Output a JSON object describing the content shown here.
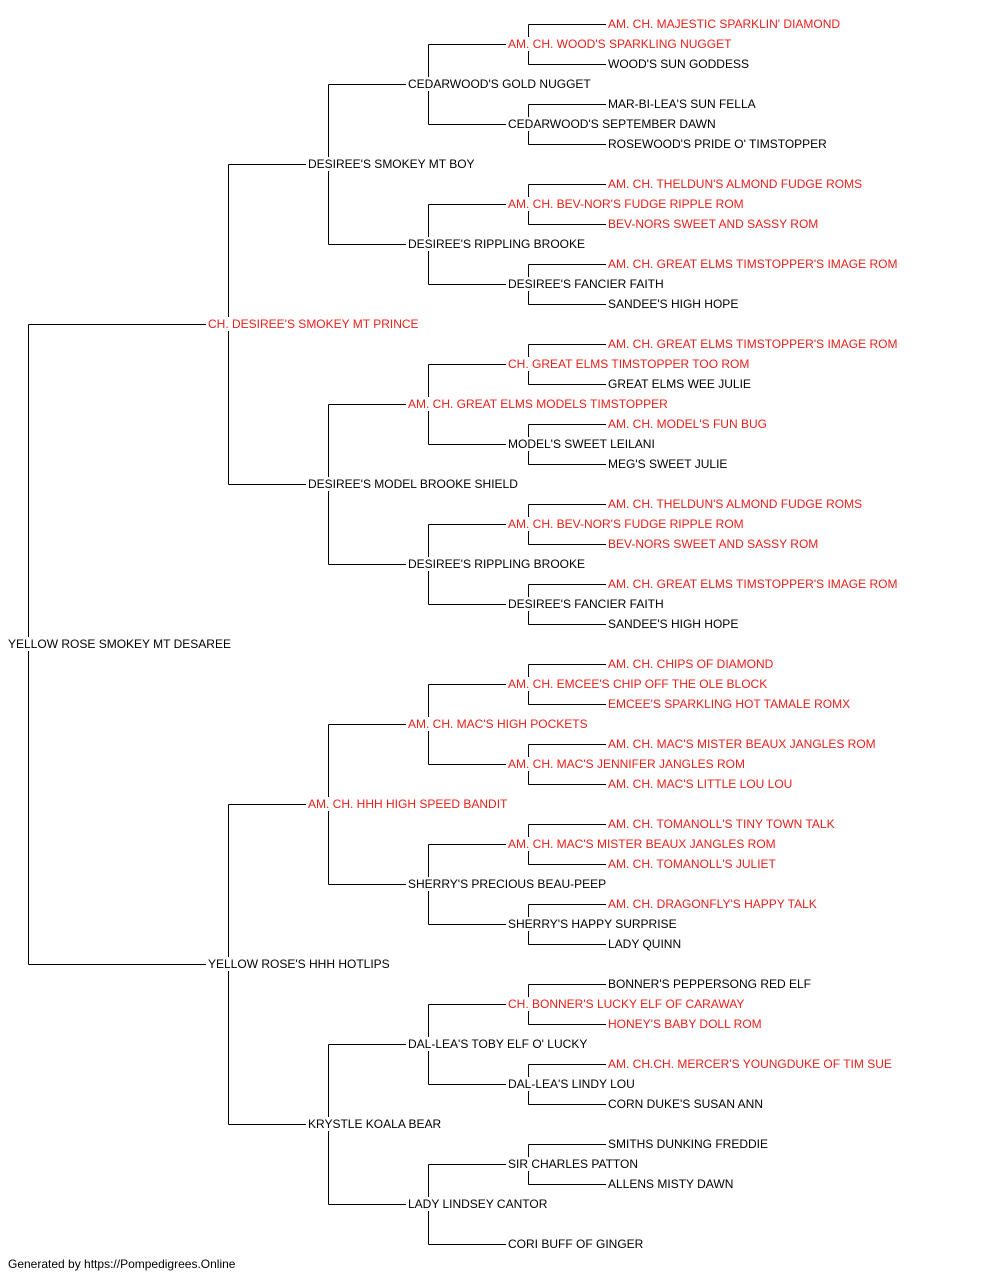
{
  "colors": {
    "champion": "#e8201c",
    "normal": "#000000",
    "line": "#000000"
  },
  "footer": "Generated by https://Pompedigrees.Online",
  "pedigree": [
    {
      "name": "YELLOW ROSE SMOKEY MT DESAREE",
      "ch": false
    },
    {
      "name": "CH. DESIREE'S SMOKEY MT PRINCE",
      "ch": true
    },
    {
      "name": "YELLOW ROSE'S HHH HOTLIPS",
      "ch": false
    },
    {
      "name": "DESIREE'S SMOKEY MT BOY",
      "ch": false
    },
    {
      "name": "DESIREE'S MODEL BROOKE SHIELD",
      "ch": false
    },
    {
      "name": "AM. CH. HHH HIGH SPEED BANDIT",
      "ch": true
    },
    {
      "name": "KRYSTLE KOALA BEAR",
      "ch": false
    },
    {
      "name": "CEDARWOOD'S GOLD NUGGET",
      "ch": false
    },
    {
      "name": "DESIREE'S RIPPLING BROOKE",
      "ch": false
    },
    {
      "name": "AM. CH. GREAT ELMS MODELS TIMSTOPPER",
      "ch": true
    },
    {
      "name": "DESIREE'S RIPPLING BROOKE",
      "ch": false
    },
    {
      "name": "AM. CH. MAC'S HIGH POCKETS",
      "ch": true
    },
    {
      "name": "SHERRY'S PRECIOUS BEAU-PEEP",
      "ch": false
    },
    {
      "name": "DAL-LEA'S TOBY ELF O' LUCKY",
      "ch": false
    },
    {
      "name": "LADY LINDSEY CANTOR",
      "ch": false
    },
    {
      "name": "AM. CH. WOOD'S SPARKLING NUGGET",
      "ch": true
    },
    {
      "name": "CEDARWOOD'S SEPTEMBER DAWN",
      "ch": false
    },
    {
      "name": "AM. CH. BEV-NOR'S FUDGE RIPPLE ROM",
      "ch": true
    },
    {
      "name": "DESIREE'S FANCIER FAITH",
      "ch": false
    },
    {
      "name": "CH. GREAT ELMS TIMSTOPPER TOO ROM",
      "ch": true
    },
    {
      "name": "MODEL'S SWEET LEILANI",
      "ch": false
    },
    {
      "name": "AM. CH. BEV-NOR'S FUDGE RIPPLE ROM",
      "ch": true
    },
    {
      "name": "DESIREE'S FANCIER FAITH",
      "ch": false
    },
    {
      "name": "AM. CH. EMCEE'S CHIP OFF THE OLE BLOCK",
      "ch": true
    },
    {
      "name": "AM. CH. MAC'S JENNIFER JANGLES ROM",
      "ch": true
    },
    {
      "name": "AM. CH. MAC'S MISTER BEAUX JANGLES ROM",
      "ch": true
    },
    {
      "name": "SHERRY'S HAPPY SURPRISE",
      "ch": false
    },
    {
      "name": "CH. BONNER'S LUCKY ELF OF CARAWAY",
      "ch": true
    },
    {
      "name": "DAL-LEA'S LINDY LOU",
      "ch": false
    },
    {
      "name": "SIR CHARLES PATTON",
      "ch": false
    },
    {
      "name": "CORI BUFF OF GINGER",
      "ch": false
    },
    {
      "name": "AM. CH. MAJESTIC SPARKLIN' DIAMOND",
      "ch": true
    },
    {
      "name": "WOOD'S SUN GODDESS",
      "ch": false
    },
    {
      "name": "MAR-BI-LEA'S SUN FELLA",
      "ch": false
    },
    {
      "name": "ROSEWOOD'S PRIDE O' TIMSTOPPER",
      "ch": false
    },
    {
      "name": "AM. CH. THELDUN'S ALMOND FUDGE ROMS",
      "ch": true
    },
    {
      "name": "BEV-NORS SWEET AND SASSY ROM",
      "ch": true
    },
    {
      "name": "AM. CH. GREAT ELMS TIMSTOPPER'S IMAGE ROM",
      "ch": true
    },
    {
      "name": "SANDEE'S HIGH HOPE",
      "ch": false
    },
    {
      "name": "AM. CH. GREAT ELMS TIMSTOPPER'S IMAGE ROM",
      "ch": true
    },
    {
      "name": "GREAT ELMS WEE JULIE",
      "ch": false
    },
    {
      "name": "AM. CH. MODEL'S FUN BUG",
      "ch": true
    },
    {
      "name": "MEG'S SWEET JULIE",
      "ch": false
    },
    {
      "name": "AM. CH. THELDUN'S ALMOND FUDGE ROMS",
      "ch": true
    },
    {
      "name": "BEV-NORS SWEET AND SASSY ROM",
      "ch": true
    },
    {
      "name": "AM. CH. GREAT ELMS TIMSTOPPER'S IMAGE ROM",
      "ch": true
    },
    {
      "name": "SANDEE'S HIGH HOPE",
      "ch": false
    },
    {
      "name": "AM. CH. CHIPS OF DIAMOND",
      "ch": true
    },
    {
      "name": "EMCEE'S SPARKLING HOT TAMALE ROMX",
      "ch": true
    },
    {
      "name": "AM. CH. MAC'S MISTER BEAUX JANGLES ROM",
      "ch": true
    },
    {
      "name": "AM. CH. MAC'S LITTLE LOU LOU",
      "ch": true
    },
    {
      "name": "AM. CH. TOMANOLL'S TINY TOWN TALK",
      "ch": true
    },
    {
      "name": "AM. CH. TOMANOLL'S JULIET",
      "ch": true
    },
    {
      "name": "AM. CH. DRAGONFLY'S HAPPY TALK",
      "ch": true
    },
    {
      "name": "LADY QUINN",
      "ch": false
    },
    {
      "name": "BONNER'S PEPPERSONG RED ELF",
      "ch": false
    },
    {
      "name": "HONEY'S BABY DOLL ROM",
      "ch": true
    },
    {
      "name": "AM. CH.CH. MERCER'S YOUNGDUKE OF TIM SUE",
      "ch": true
    },
    {
      "name": "CORN DUKE'S SUSAN ANN",
      "ch": false
    },
    {
      "name": "SMITHS DUNKING FREDDIE",
      "ch": false
    },
    {
      "name": "ALLENS MISTY DAWN",
      "ch": false
    }
  ]
}
